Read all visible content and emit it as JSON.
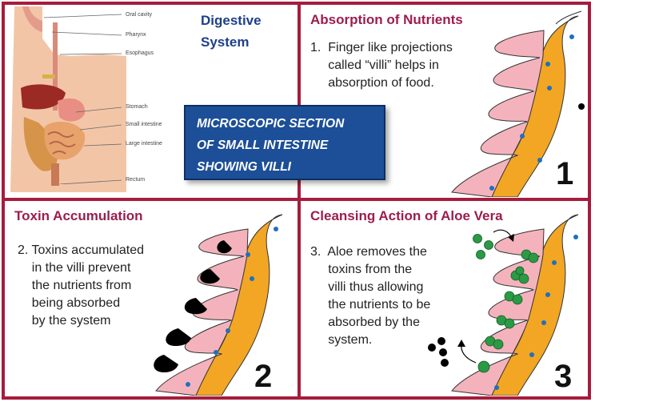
{
  "panel_tl": {
    "title_line1": "Digestive",
    "title_line2": "System",
    "labels": [
      "Oral cavity",
      "Pharynx",
      "Esophagus",
      "Stomach",
      "Small intestine",
      "Large intestine",
      "Rectum"
    ]
  },
  "callout": {
    "line1": "MICROSCOPIC SECTION",
    "line2": "OF SMALL INTESTINE",
    "line3": "SHOWING VILLI"
  },
  "panel_tr": {
    "title": "Absorption of Nutrients",
    "text": [
      "1.  Finger like projections",
      "     called “villi” helps in",
      "     absorption of food."
    ],
    "number": "1"
  },
  "panel_bl": {
    "title": "Toxin Accumulation",
    "text": [
      "2. Toxins accumulated",
      "    in the villi prevent",
      "    the nutrients from",
      "    being absorbed",
      "    by the system"
    ],
    "number": "2"
  },
  "panel_br": {
    "title": "Cleansing Action of Aloe Vera",
    "text": [
      "3.  Aloe removes the",
      "     toxins from the",
      "     villi thus allowing",
      "     the nutrients to be",
      "     absorbed by the",
      "     system."
    ],
    "number": "3"
  },
  "colors": {
    "border": "#a61c3c",
    "title": "#9c1d4e",
    "villi": "#f4b3bc",
    "wall": "#f2a624",
    "nutrient": "#1f6fc0",
    "toxin": "#000000",
    "aloe": "#2a9a45",
    "callout": "#1c4f97"
  }
}
